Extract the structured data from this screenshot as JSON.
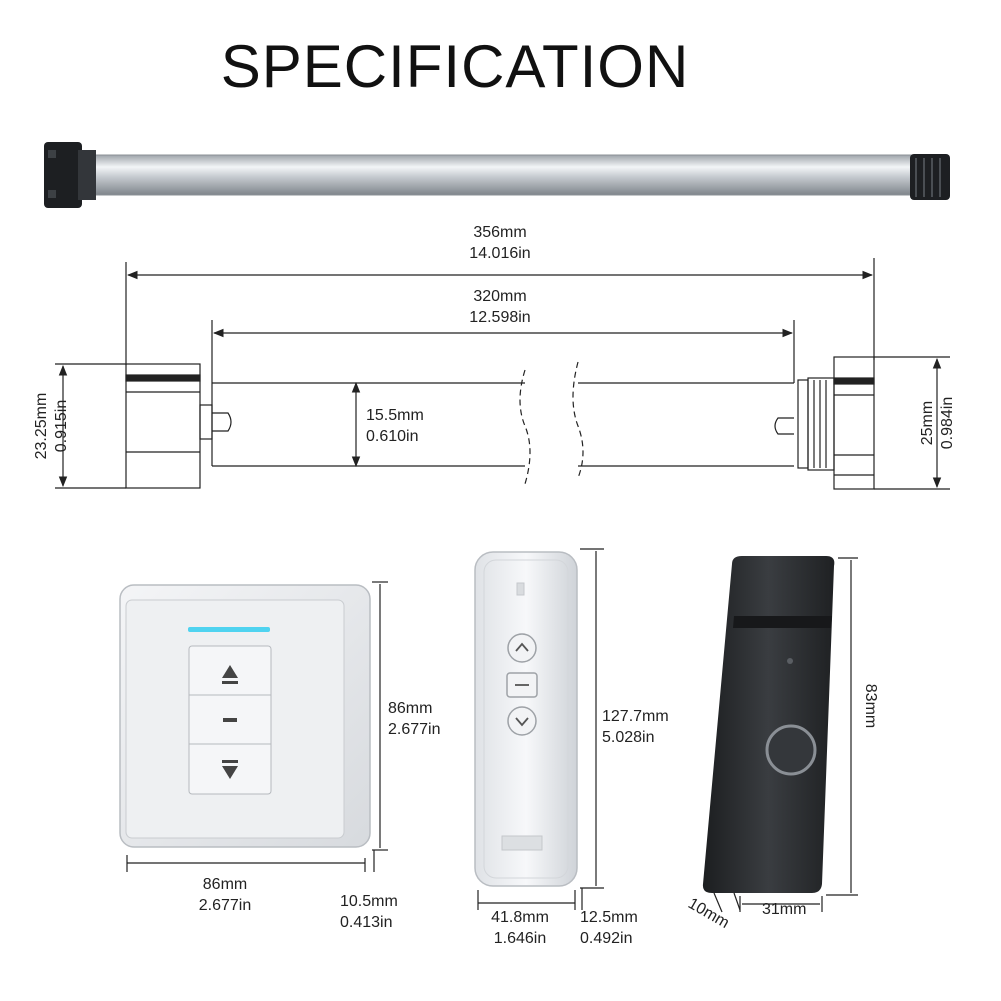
{
  "title": "SPECIFICATION",
  "motor": {
    "total_length": {
      "mm": "356mm",
      "in": "14.016in"
    },
    "tube_length": {
      "mm": "320mm",
      "in": "12.598in"
    },
    "head_diameter": {
      "mm": "23.25mm",
      "in": "0.915in"
    },
    "tube_diameter": {
      "mm": "15.5mm",
      "in": "0.610in"
    },
    "end_diameter": {
      "mm": "25mm",
      "in": "0.984in"
    }
  },
  "wall_switch": {
    "height": {
      "mm": "86mm",
      "in": "2.677in"
    },
    "width": {
      "mm": "86mm",
      "in": "2.677in"
    },
    "depth": {
      "mm": "10.5mm",
      "in": "0.413in"
    },
    "buttons": [
      "up-arrow-icon",
      "stop-icon",
      "down-arrow-icon"
    ]
  },
  "remote": {
    "height": {
      "mm": "127.7mm",
      "in": "5.028in"
    },
    "width": {
      "mm": "41.8mm",
      "in": "1.646in"
    },
    "depth": {
      "mm": "12.5mm",
      "in": "0.492in"
    },
    "buttons": [
      "chevron-up-icon",
      "stop-icon",
      "chevron-down-icon"
    ]
  },
  "hub": {
    "height": "83mm",
    "width": "31mm",
    "depth": "10mm"
  },
  "colors": {
    "line": "#222222",
    "tube": "#c9ced3",
    "indicator": "#4fd3f0",
    "hub_body": "#2b2d30"
  }
}
